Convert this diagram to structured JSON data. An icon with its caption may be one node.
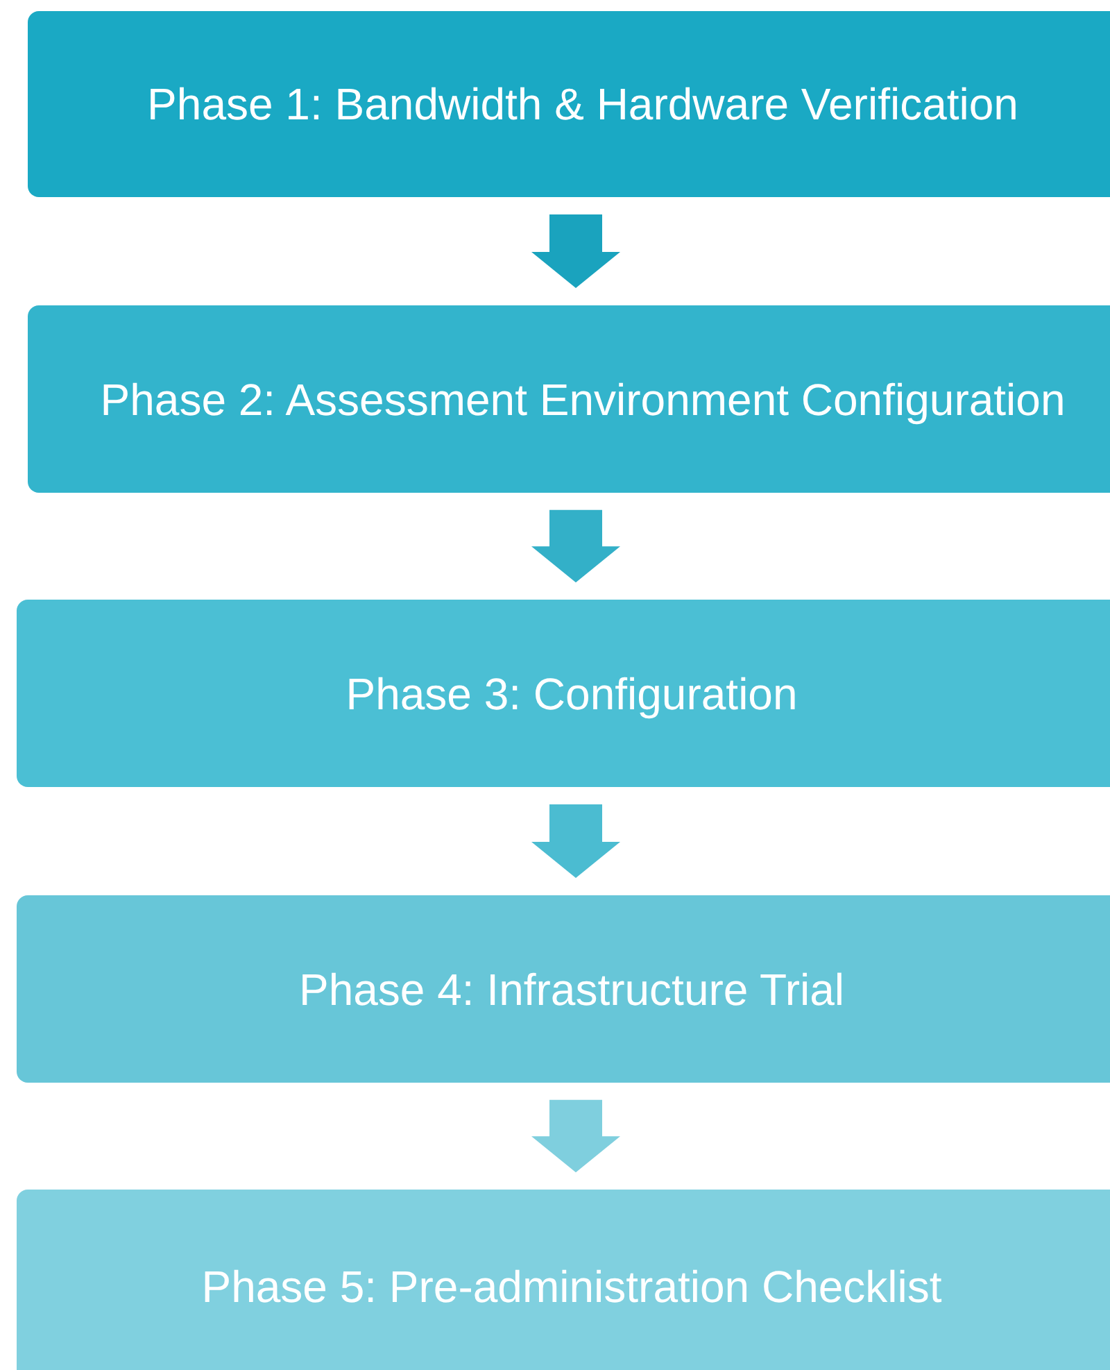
{
  "diagram": {
    "nodes": [
      {
        "text": [
          "Phase 1: Bandwidth & Hardware Verification"
        ]
      },
      {
        "text": [
          "Phase 2: Assessment Environment Configuration"
        ]
      },
      {
        "text": [
          "Phase 3: Configuration"
        ]
      },
      {
        "text": [
          "Phase 4: Infrastructure Trial"
        ]
      },
      {
        "text": [
          "Phase 5: Pre-administration Checklist"
        ]
      }
    ],
    "edges": [
      {
        "from": 0,
        "to": 1,
        "arrow": "to"
      },
      {
        "from": 1,
        "to": 2,
        "arrow": "to"
      },
      {
        "from": 2,
        "to": 3,
        "arrow": "to"
      },
      {
        "from": 3,
        "to": 4,
        "arrow": "to"
      }
    ]
  }
}
